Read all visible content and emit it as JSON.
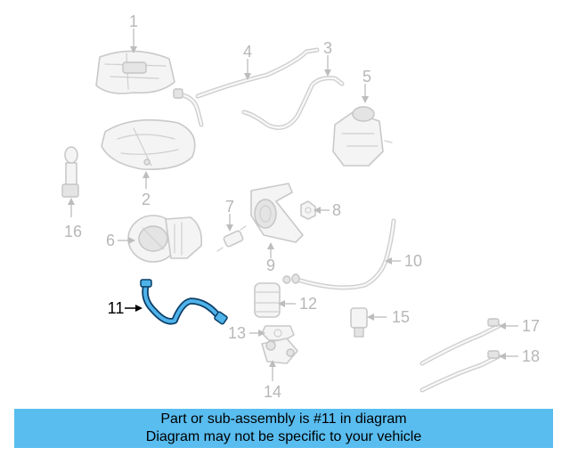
{
  "callouts": [
    {
      "number": "1",
      "highlighted": false
    },
    {
      "number": "2",
      "highlighted": false
    },
    {
      "number": "3",
      "highlighted": false
    },
    {
      "number": "4",
      "highlighted": false
    },
    {
      "number": "5",
      "highlighted": false
    },
    {
      "number": "6",
      "highlighted": false
    },
    {
      "number": "7",
      "highlighted": false
    },
    {
      "number": "8",
      "highlighted": false
    },
    {
      "number": "9",
      "highlighted": false
    },
    {
      "number": "10",
      "highlighted": false
    },
    {
      "number": "11",
      "highlighted": true
    },
    {
      "number": "12",
      "highlighted": false
    },
    {
      "number": "13",
      "highlighted": false
    },
    {
      "number": "14",
      "highlighted": false
    },
    {
      "number": "15",
      "highlighted": false
    },
    {
      "number": "16",
      "highlighted": false
    },
    {
      "number": "17",
      "highlighted": false
    },
    {
      "number": "18",
      "highlighted": false
    }
  ],
  "banner": {
    "line1": "Part or sub-assembly is #11 in diagram",
    "line2": "Diagram may not be specific to your vehicle"
  },
  "colors": {
    "highlight_part": "#4fb3ea",
    "banner_background": "#59bdf0",
    "muted_parts": "#c9c9c9"
  }
}
